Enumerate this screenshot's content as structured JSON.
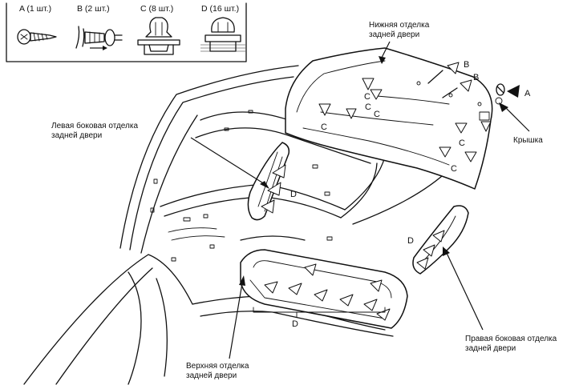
{
  "legend": {
    "items": [
      {
        "label": "A (1 шт.)",
        "icon": "screw-icon"
      },
      {
        "label": "B (2 шт.)",
        "icon": "push-rivet-icon"
      },
      {
        "label": "C (8 шт.)",
        "icon": "trim-clip-icon"
      },
      {
        "label": "D (16 шт.)",
        "icon": "panel-clip-icon"
      }
    ]
  },
  "callouts": {
    "lower_trim": "Нижняя отделка\nзадней двери",
    "left_side_trim": "Левая боковая отделка\nзадней двери",
    "cover": "Крышка",
    "right_side_trim": "Правая боковая отделка\nзадней двери",
    "upper_trim": "Верхняя отделка\nзадней двери"
  },
  "markers": {
    "A": "A",
    "B": "B",
    "C": "C",
    "D": "D"
  },
  "colors": {
    "line": "#111111",
    "background": "#ffffff"
  }
}
